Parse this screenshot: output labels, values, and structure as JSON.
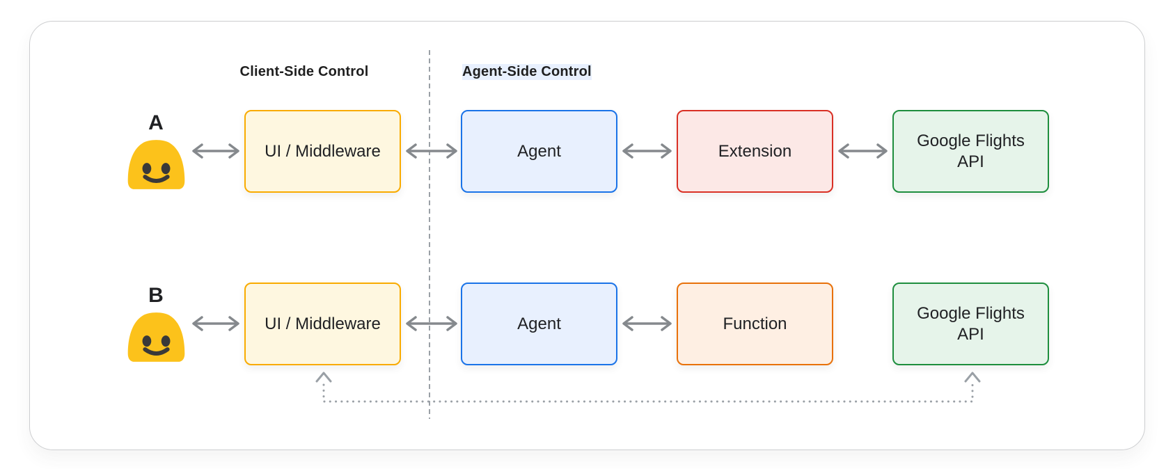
{
  "diagram": {
    "title_context": "Agent tool-use architecture comparison",
    "columns": {
      "client_label": "Client-Side Control",
      "agent_label": "Agent-Side Control"
    },
    "rows": [
      {
        "label": "A",
        "user_icon": "smiling-blob-emoji",
        "boxes": [
          {
            "id": "ui-middleware",
            "label_lines": [
              "UI / Middleware"
            ],
            "fill": "#fef7e0",
            "border": "#f9ab00"
          },
          {
            "id": "agent",
            "label_lines": [
              "Agent"
            ],
            "fill": "#e8f0fe",
            "border": "#1a73e8"
          },
          {
            "id": "extension",
            "label_lines": [
              "Extension"
            ],
            "fill": "#fce8e6",
            "border": "#d93025"
          },
          {
            "id": "google-flights-api",
            "label_lines": [
              "Google Flights",
              "API"
            ],
            "fill": "#e6f4ea",
            "border": "#1e8e3e"
          }
        ],
        "connections": [
          "user <-> UI / Middleware",
          "UI / Middleware <-> Agent",
          "Agent <-> Extension",
          "Extension <-> Google Flights API"
        ]
      },
      {
        "label": "B",
        "user_icon": "smiling-blob-emoji",
        "boxes": [
          {
            "id": "ui-middleware",
            "label_lines": [
              "UI / Middleware"
            ],
            "fill": "#fef7e0",
            "border": "#f9ab00"
          },
          {
            "id": "agent",
            "label_lines": [
              "Agent"
            ],
            "fill": "#e8f0fe",
            "border": "#1a73e8"
          },
          {
            "id": "function",
            "label_lines": [
              "Function"
            ],
            "fill": "#feefe3",
            "border": "#e8710a"
          },
          {
            "id": "google-flights-api",
            "label_lines": [
              "Google Flights",
              "API"
            ],
            "fill": "#e6f4ea",
            "border": "#1e8e3e"
          }
        ],
        "connections": [
          "user <-> UI / Middleware",
          "UI / Middleware <-> Agent",
          "Agent <-> Function",
          "UI / Middleware <..dotted..> Google Flights API"
        ]
      }
    ],
    "icons": {
      "user": "smiling-blob-emoji",
      "solid_connector": "double-headed-arrow",
      "feedback_connector": "dotted-line-with-up-chevrons",
      "divider": "vertical-dashed-line"
    },
    "colors": {
      "arrow_gray": "#85898d",
      "divider_gray": "#9aa0a6",
      "dotted_gray": "#9aa0a6",
      "emoji_yellow": "#fcc21b",
      "text": "#202124",
      "card_border": "#cdced0"
    }
  }
}
